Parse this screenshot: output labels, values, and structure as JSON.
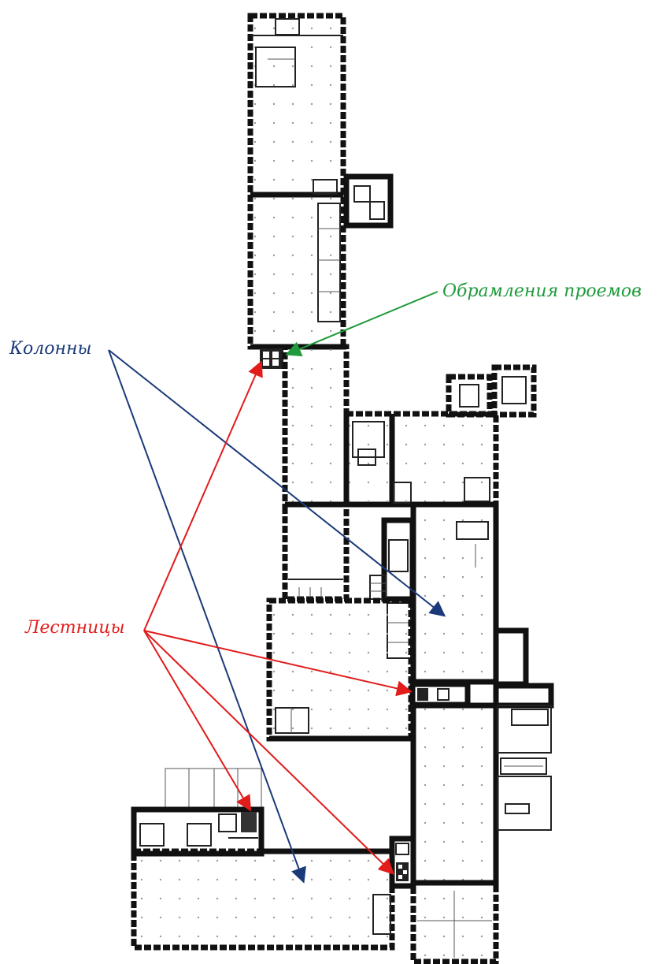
{
  "labels": {
    "columns": "Колонны",
    "stairs": "Лестницы",
    "frames": "Обрамления проемов"
  },
  "colors": {
    "columns": "#1b3a7a",
    "stairs": "#e21b1b",
    "frames": "#1f9a3c",
    "walls": "#111111"
  },
  "icons": {
    "arrowhead": "arrow-triangle"
  }
}
